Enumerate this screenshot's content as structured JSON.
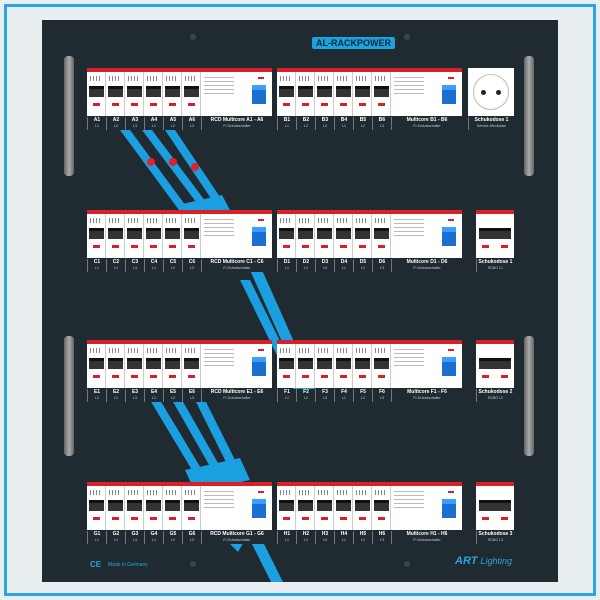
{
  "brand": {
    "title": "AL-RACKPOWER",
    "maker": "ART",
    "maker_suffix": "Lighting",
    "ce": "CE",
    "made_in": "Made in Germany"
  },
  "colors": {
    "accent": "#2aa6e0",
    "panel": "#1f2a31",
    "breaker_band": "#d8202a"
  },
  "rows": [
    {
      "left": {
        "breakers": [
          [
            "A1",
            "L1"
          ],
          [
            "A2",
            "L2"
          ],
          [
            "A3",
            "L3"
          ],
          [
            "A4",
            "L1"
          ],
          [
            "A5",
            "L2"
          ],
          [
            "A6",
            "L3"
          ]
        ],
        "rcd": "RCD Multicore A1 - A6",
        "rcd_sub": "FI-Schutzschalter"
      },
      "right": {
        "breakers": [
          [
            "B1",
            "L1"
          ],
          [
            "B2",
            "L2"
          ],
          [
            "B3",
            "L3"
          ],
          [
            "B4",
            "L1"
          ],
          [
            "B5",
            "L2"
          ],
          [
            "B6",
            "L3"
          ]
        ],
        "rcd": "Multicore B1 - B6",
        "rcd_sub": "FI-Schutzschalter"
      },
      "extra": {
        "type": "socket",
        "label": "Schukodose 1",
        "sub": "Service-Steckdose"
      }
    },
    {
      "left": {
        "breakers": [
          [
            "C1",
            "L1"
          ],
          [
            "C2",
            "L2"
          ],
          [
            "C3",
            "L3"
          ],
          [
            "C4",
            "L1"
          ],
          [
            "C5",
            "L2"
          ],
          [
            "C6",
            "L3"
          ]
        ],
        "rcd": "RCD Multicore C1 - C6",
        "rcd_sub": "FI-Schutzschalter"
      },
      "right": {
        "breakers": [
          [
            "D1",
            "L1"
          ],
          [
            "D2",
            "L2"
          ],
          [
            "D3",
            "L3"
          ],
          [
            "D4",
            "L1"
          ],
          [
            "D5",
            "L2"
          ],
          [
            "D6",
            "L3"
          ]
        ],
        "rcd": "Multicore D1 - D6",
        "rcd_sub": "FI-Schutzschalter"
      },
      "extra": {
        "type": "rcbo",
        "label": "Schukodose 1",
        "sub": "RCBO L1"
      }
    },
    {
      "left": {
        "breakers": [
          [
            "E1",
            "L1"
          ],
          [
            "E2",
            "L2"
          ],
          [
            "E3",
            "L3"
          ],
          [
            "E4",
            "L1"
          ],
          [
            "E5",
            "L2"
          ],
          [
            "E6",
            "L3"
          ]
        ],
        "rcd": "RCD Multicore E1 - E6",
        "rcd_sub": "FI-Schutzschalter"
      },
      "right": {
        "breakers": [
          [
            "F1",
            "L1"
          ],
          [
            "F2",
            "L2"
          ],
          [
            "F3",
            "L3"
          ],
          [
            "F4",
            "L1"
          ],
          [
            "F5",
            "L2"
          ],
          [
            "F6",
            "L3"
          ]
        ],
        "rcd": "Multicore F1 - F6",
        "rcd_sub": "FI-Schutzschalter"
      },
      "extra": {
        "type": "rcbo",
        "label": "Schukodose 2",
        "sub": "RCBO L2"
      }
    },
    {
      "left": {
        "breakers": [
          [
            "G1",
            "L1"
          ],
          [
            "G2",
            "L2"
          ],
          [
            "G3",
            "L3"
          ],
          [
            "G4",
            "L1"
          ],
          [
            "G5",
            "L2"
          ],
          [
            "G6",
            "L3"
          ]
        ],
        "rcd": "RCD Multicore G1 - G6",
        "rcd_sub": "FI-Schutzschalter"
      },
      "right": {
        "breakers": [
          [
            "H1",
            "L1"
          ],
          [
            "H2",
            "L2"
          ],
          [
            "H3",
            "L3"
          ],
          [
            "H4",
            "L1"
          ],
          [
            "H5",
            "L2"
          ],
          [
            "H6",
            "L3"
          ]
        ],
        "rcd": "Multicore H1 - H6",
        "rcd_sub": "FI-Schutzschalter"
      },
      "extra": {
        "type": "rcbo",
        "label": "Schukodose 3",
        "sub": "RCBO L3"
      }
    }
  ]
}
